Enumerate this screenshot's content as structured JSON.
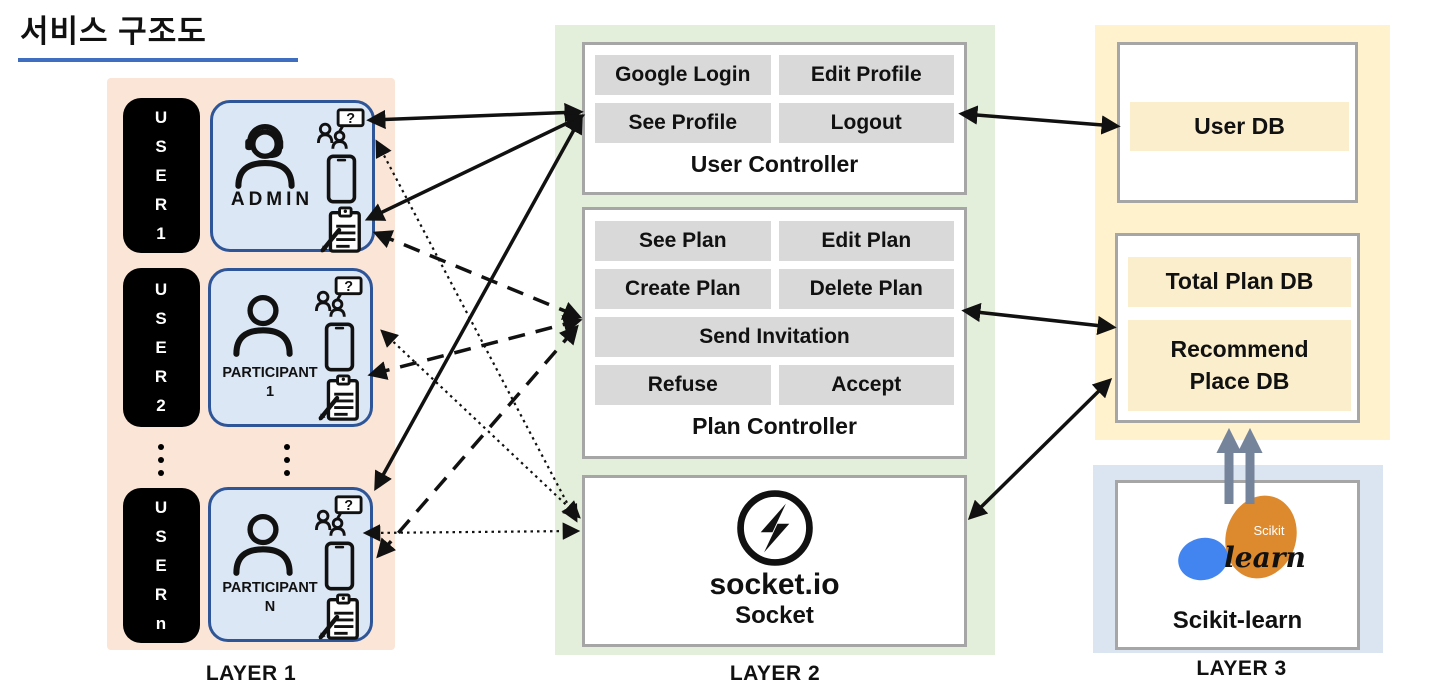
{
  "title": "서비스 구조도",
  "colors": {
    "title_underline": "#3f6ec0",
    "layer1_bg": "#fbe5d6",
    "layer2_bg": "#e3efda",
    "layer3_db_bg": "#fff2cc",
    "layer3_ml_bg": "#dbe5f1",
    "user_box_bg": "#dce7f5",
    "user_box_border": "#2e5597",
    "button_bg": "#d9d9d9",
    "db_bar_bg": "#fbeecd",
    "box_border": "#a6a6a6",
    "scikit_blue": "#4285f0",
    "scikit_orange": "#dd8a2e",
    "gray_arrow": "#76849b"
  },
  "layer1": {
    "label": "LAYER 1",
    "users": [
      {
        "pill": "U\nS\nE\nR\n1",
        "role": "ADMIN"
      },
      {
        "pill": "U\nS\nE\nR\n2",
        "role": "PARTICIPANT\n1"
      },
      {
        "pill": "U\nS\nE\nR\nn",
        "role": "PARTICIPANT\nN"
      }
    ]
  },
  "layer2": {
    "label": "LAYER 2",
    "user_controller": {
      "title": "User Controller",
      "buttons": [
        "Google Login",
        "Edit Profile",
        "See Profile",
        "Logout"
      ]
    },
    "plan_controller": {
      "title": "Plan Controller",
      "buttons": [
        "See Plan",
        "Edit Plan",
        "Create Plan",
        "Delete Plan",
        "Send Invitation",
        "Refuse",
        "Accept"
      ]
    },
    "socket": {
      "logo": "socket.io",
      "title": "Socket"
    }
  },
  "layer3": {
    "label": "LAYER 3",
    "user_db": "User DB",
    "total_plan_db": "Total Plan DB",
    "recommend_db": "Recommend\nPlace DB",
    "scikit": {
      "logo_top": "Scikit",
      "logo_script": "learn",
      "label": "Scikit-learn"
    }
  }
}
